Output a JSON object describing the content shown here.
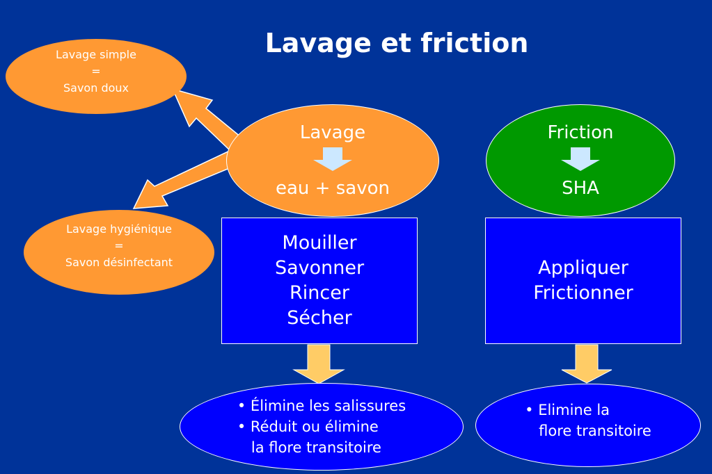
{
  "title": "Lavage et friction",
  "side_nodes": {
    "simple": [
      "Lavage simple",
      "=",
      "Savon doux"
    ],
    "hygienique": [
      "Lavage hygiénique",
      "=",
      "Savon désinfectant"
    ]
  },
  "lavage": {
    "top": "Lavage",
    "bottom": "eau + savon"
  },
  "friction": {
    "top": "Friction",
    "bottom": "SHA"
  },
  "lavage_steps": [
    "Mouiller",
    "Savonner",
    "Rincer",
    "Sécher"
  ],
  "friction_steps": [
    "Appliquer",
    "Frictionner"
  ],
  "lavage_result": [
    "• Élimine les salissures",
    "• Réduit ou élimine",
    "   la flore transitoire"
  ],
  "friction_result": [
    "• Elimine la",
    "   flore transitoire"
  ],
  "colors": {
    "background": "#003399",
    "orange": "#ff9933",
    "green": "#009900",
    "box_blue": "#0000ff",
    "arrow_light_blue": "#cce8ff",
    "arrow_yellow": "#ffcc66"
  }
}
